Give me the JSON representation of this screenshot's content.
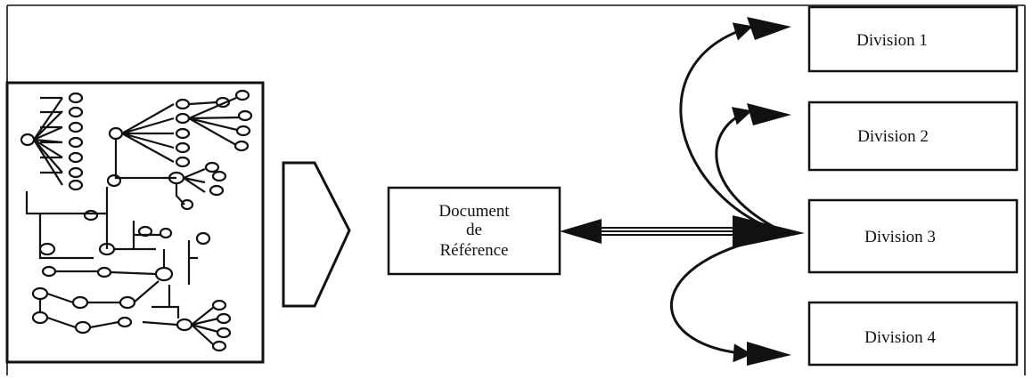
{
  "reference_document": {
    "lines": [
      "Document",
      "de",
      "Référence"
    ]
  },
  "divisions": [
    {
      "label": "Division 1"
    },
    {
      "label": "Division 2"
    },
    {
      "label": "Division 3"
    },
    {
      "label": "Division 4"
    }
  ],
  "colors": {
    "stroke": "#111111",
    "background": "#ffffff"
  }
}
